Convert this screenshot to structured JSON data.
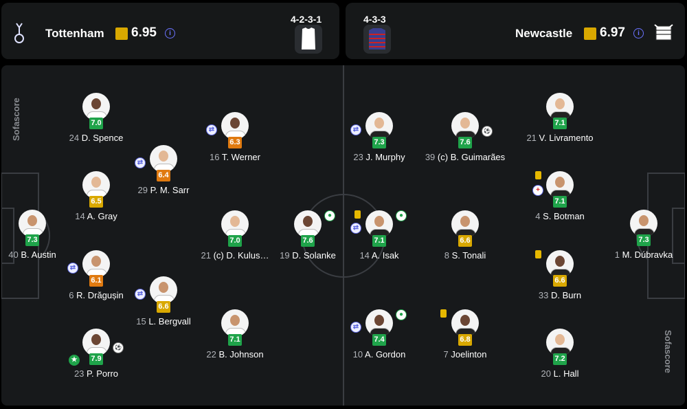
{
  "home": {
    "name": "Tottenham",
    "rating": "6.95",
    "formation": "4-2-3-1",
    "info": "i"
  },
  "away": {
    "name": "Newcastle",
    "rating": "6.97",
    "formation": "4-3-3",
    "info": "i"
  },
  "brand": "Sofascore",
  "colors": {
    "green": "#1fa34a",
    "yellow": "#d9a800",
    "orange": "#e07a10",
    "bg": "#17191b",
    "lines": "#3a3d42"
  },
  "players": [
    {
      "num": "40",
      "name": "B. Austin",
      "rating": "7.3",
      "team": "home",
      "badges": []
    },
    {
      "num": "24",
      "name": "D. Spence",
      "rating": "7.0",
      "team": "home",
      "badges": []
    },
    {
      "num": "14",
      "name": "A. Gray",
      "rating": "6.5",
      "team": "home",
      "badges": []
    },
    {
      "num": "6",
      "name": "R. Drăgușin",
      "rating": "6.1",
      "team": "home",
      "badges": [
        "sub"
      ]
    },
    {
      "num": "23",
      "name": "P. Porro",
      "rating": "7.9",
      "team": "home",
      "badges": [
        "star",
        "assist"
      ]
    },
    {
      "num": "29",
      "name": "P. M. Sarr",
      "rating": "6.4",
      "team": "home",
      "badges": [
        "sub"
      ]
    },
    {
      "num": "15",
      "name": "L. Bergvall",
      "rating": "6.6",
      "team": "home",
      "badges": [
        "sub"
      ]
    },
    {
      "num": "16",
      "name": "T. Werner",
      "rating": "6.3",
      "team": "home",
      "badges": [
        "sub"
      ]
    },
    {
      "num": "21",
      "name": "(c) D. Kulus…",
      "rating": "7.0",
      "team": "home",
      "badges": []
    },
    {
      "num": "22",
      "name": "B. Johnson",
      "rating": "7.1",
      "team": "home",
      "badges": []
    },
    {
      "num": "19",
      "name": "D. Solanke",
      "rating": "7.6",
      "team": "home",
      "badges": [
        "goal"
      ]
    },
    {
      "num": "23",
      "name": "J. Murphy",
      "rating": "7.3",
      "team": "away",
      "badges": [
        "sub"
      ]
    },
    {
      "num": "14",
      "name": "A. Isak",
      "rating": "7.1",
      "team": "away",
      "badges": [
        "sub",
        "yellow",
        "goal"
      ]
    },
    {
      "num": "10",
      "name": "A. Gordon",
      "rating": "7.4",
      "team": "away",
      "badges": [
        "sub",
        "goal"
      ]
    },
    {
      "num": "39",
      "name": "(c) B. Guimarães",
      "rating": "7.6",
      "team": "away",
      "badges": [
        "assist"
      ]
    },
    {
      "num": "8",
      "name": "S. Tonali",
      "rating": "6.6",
      "team": "away",
      "badges": []
    },
    {
      "num": "7",
      "name": "Joelinton",
      "rating": "6.8",
      "team": "away",
      "badges": [
        "yellow"
      ]
    },
    {
      "num": "21",
      "name": "V. Livramento",
      "rating": "7.1",
      "team": "away",
      "badges": []
    },
    {
      "num": "4",
      "name": "S. Botman",
      "rating": "7.1",
      "team": "away",
      "badges": [
        "yellow",
        "injury"
      ]
    },
    {
      "num": "33",
      "name": "D. Burn",
      "rating": "6.6",
      "team": "away",
      "badges": [
        "yellow"
      ]
    },
    {
      "num": "20",
      "name": "L. Hall",
      "rating": "7.2",
      "team": "away",
      "badges": []
    },
    {
      "num": "1",
      "name": "M. Dúbravka",
      "rating": "7.3",
      "team": "away",
      "badges": []
    }
  ]
}
